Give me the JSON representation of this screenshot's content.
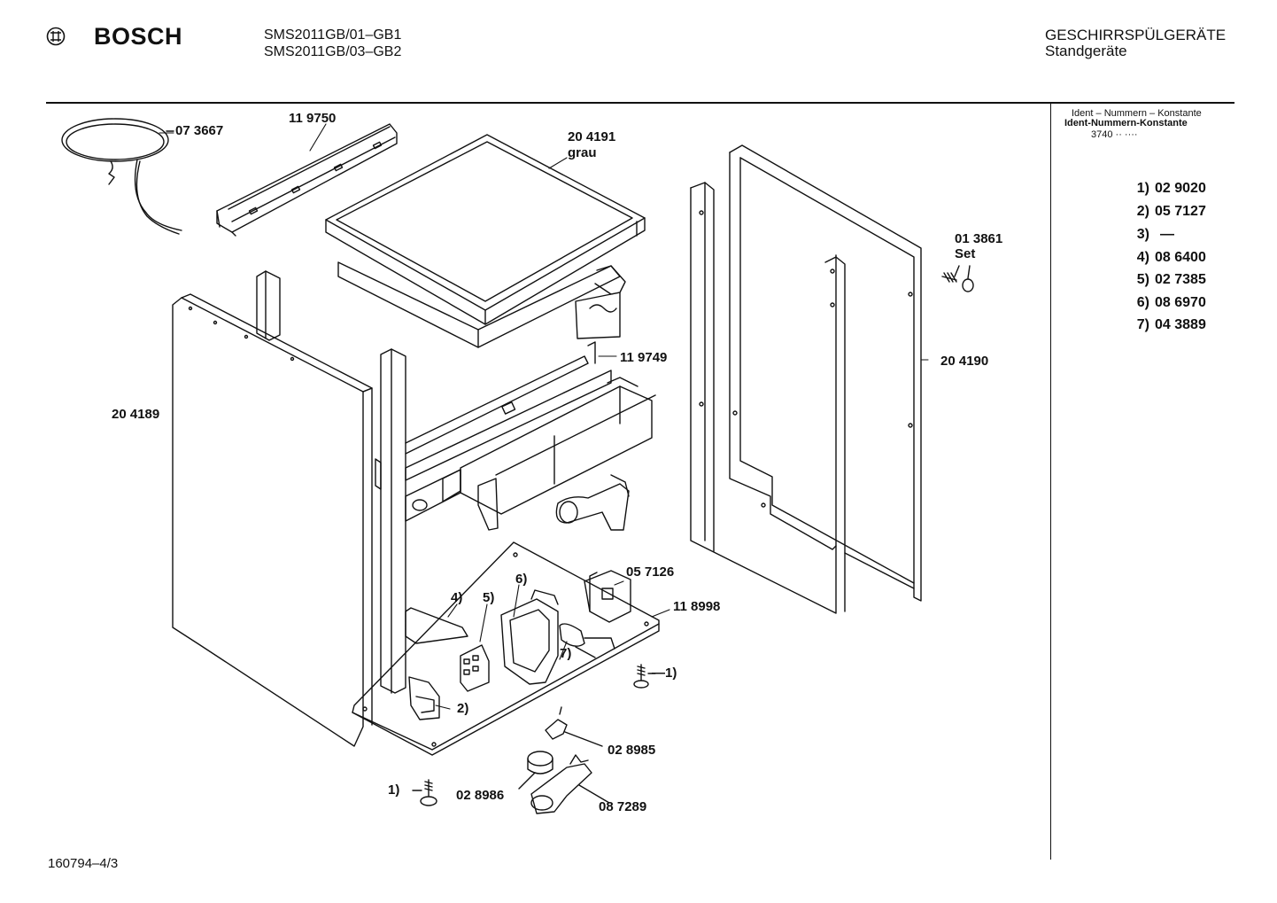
{
  "header": {
    "brand": "BOSCH",
    "models": [
      "SMS2011GB/01–GB1",
      "SMS2011GB/03–GB2"
    ],
    "category": "GESCHIRRSPÜLGERÄTE",
    "subcategory": "Standgeräte"
  },
  "ident": {
    "line1": "Ident – Nummern – Konstante",
    "line2": "Ident-Nummern-Konstante",
    "line3": "3740 ·· ····"
  },
  "legend": [
    {
      "num": "1)",
      "part": "02 9020"
    },
    {
      "num": "2)",
      "part": "05 7127"
    },
    {
      "num": "3)",
      "part": "—"
    },
    {
      "num": "4)",
      "part": "08 6400"
    },
    {
      "num": "5)",
      "part": "02 7385"
    },
    {
      "num": "6)",
      "part": "08 6970"
    },
    {
      "num": "7)",
      "part": "04 3889"
    }
  ],
  "labels": {
    "cable": "07 3667",
    "front_rail": "11 9750",
    "top_cover": "20 4191",
    "top_cover_color": "grau",
    "screw_set": "01 3861",
    "screw_set_note": "Set",
    "right_panel": "20 4190",
    "left_panel": "20 4189",
    "rear_rail": "11 9749",
    "bracket": "05 7126",
    "base": "11 8998",
    "ref1_right": "—1)",
    "ref2": "2)",
    "ref4": "4)",
    "ref5": "5)",
    "ref6": "6)",
    "ref7": "7)",
    "ref1_left": "1)",
    "switch": "02 8985",
    "cap": "02 8986",
    "holder": "08 7289"
  },
  "footer": "160794–4/3"
}
